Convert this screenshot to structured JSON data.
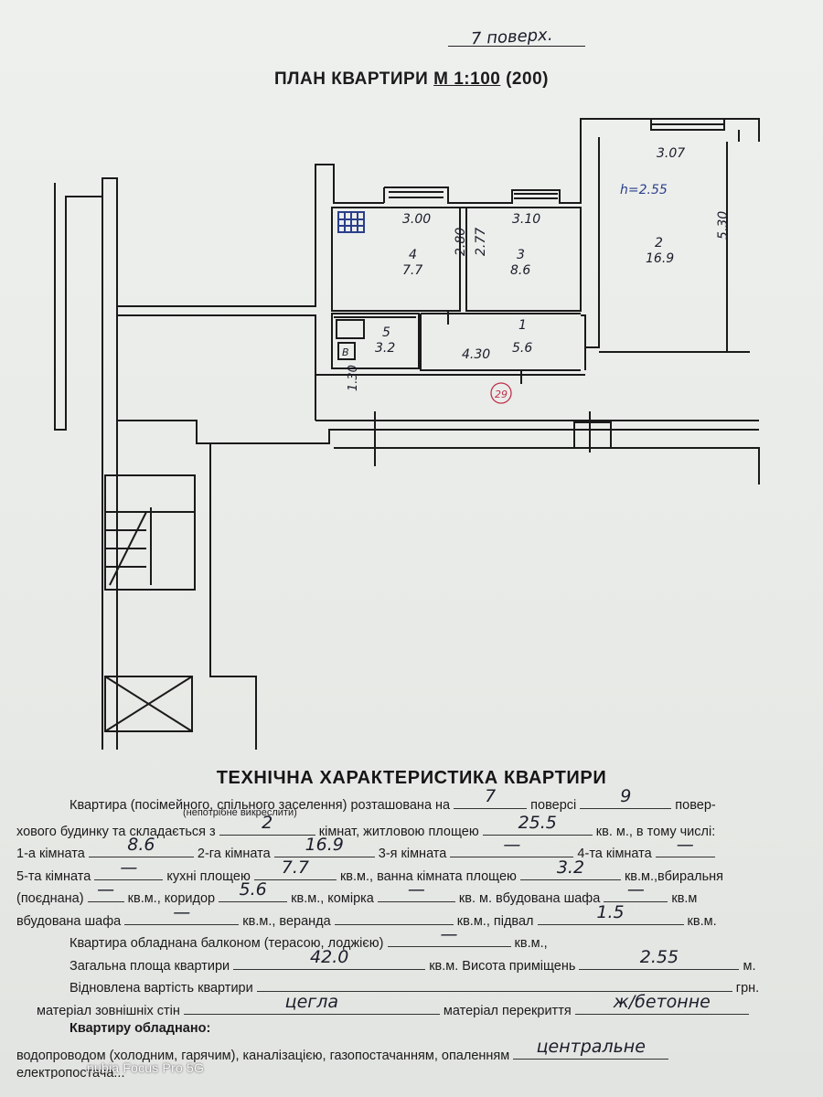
{
  "floor_note": "7 поверх.",
  "plan_title_part1": "ПЛАН КВАРТИРИ ",
  "plan_title_scale": "М 1:100",
  "plan_title_part2": " (200)",
  "plan": {
    "room4_width": "3.00",
    "room3_width": "3.10",
    "room2_width": "3.07",
    "room4_num": "4",
    "room4_area": "7.7",
    "room3_num": "3",
    "room3_area": "8.6",
    "room2_num": "2",
    "room2_area": "16.9",
    "room5_num": "5",
    "room5_area": "3.2",
    "room1_num": "1",
    "room1_area": "5.6",
    "height_note": "h=2.55",
    "dim_280": "2.80",
    "dim_277": "2.77",
    "dim_530": "5.30",
    "dim_430": "4.30",
    "dim_130": "1.30",
    "apartment_number": "29",
    "boiler_label": "В"
  },
  "tech_title": "ТЕХНІЧНА ХАРАКТЕРИСТИКА КВАРТИРИ",
  "form": {
    "l1_a": "Квартира (посімейного, спільного заселення) розташована на",
    "l1_floor": "7",
    "l1_b": "поверсі",
    "l1_total": "9",
    "l1_c": "повер-",
    "l1_sub": "(непотрібне викреслити)",
    "l2_a": "хового будинку та складається з",
    "l2_rooms": "2",
    "l2_b": "кімнат, житловою площею",
    "l2_living": "25.5",
    "l2_c": "кв. м., в тому числі:",
    "l3_a": "1-а кімната",
    "l3_r1": "8.6",
    "l3_b": "2-га кімната",
    "l3_r2": "16.9",
    "l3_c": "3-я кімната",
    "l3_r3": "—",
    "l3_d": "4-та кімната",
    "l3_r4": "—",
    "l4_a": "5-та кімната",
    "l4_r5": "—",
    "l4_b": "кухні площею",
    "l4_kitchen": "7.7",
    "l4_c": "кв.м., ванна кімната площею",
    "l4_bath": "3.2",
    "l4_d": "кв.м.,вбиральня",
    "l5_a": "(поєднана)",
    "l5_wc": "—",
    "l5_b": "кв.м., коридор",
    "l5_corr": "5.6",
    "l5_c": "кв.м., комірка",
    "l5_store": "—",
    "l5_d": "кв. м. вбудована шафа",
    "l5_wardrobe": "—",
    "l5_e": "кв.м",
    "l6_a": "вбудована шафа",
    "l6_wardrobe2": "—",
    "l6_b": "кв.м., веранда",
    "l6_veranda": "",
    "l6_c": "кв.м., підвал",
    "l6_cellar": "1.5",
    "l6_d": "кв.м.",
    "l7_a": "Квартира обладнана балконом (терасою, лоджією)",
    "l7_balcony": "—",
    "l7_b": "кв.м.,",
    "l8_a": "Загальна площа квартири",
    "l8_total": "42.0",
    "l8_b": "кв.м. Висота приміщень",
    "l8_height": "2.55",
    "l8_c": "м.",
    "l9_a": "Відновлена вартість квартири",
    "l9_value": "",
    "l9_b": "грн.",
    "l10_a": "матеріал зовнішніх стін",
    "l10_walls": "цегла",
    "l10_b": "матеріал перекриття",
    "l10_slab": "ж/бетонне",
    "l11_a": "Квартиру обладнано:",
    "l12_a": "водопроводом (холодним, гарячим), каналізацією, газопостачанням, опаленням",
    "l12_heating": "центральне",
    "l13_a": "електропостача..."
  },
  "watermark": "nubia Focus Pro 5G"
}
